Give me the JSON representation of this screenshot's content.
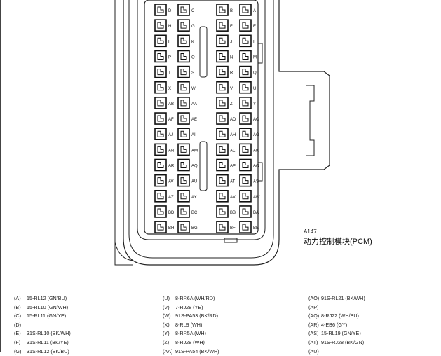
{
  "connector": {
    "code": "A147",
    "name": "动力控制模块(PCM)",
    "pin_columns": [
      [
        "D",
        "H",
        "L",
        "P",
        "T",
        "X",
        "AB",
        "AF",
        "AJ",
        "AN",
        "AR",
        "AV",
        "AZ",
        "BD",
        "BH"
      ],
      [
        "C",
        "G",
        "K",
        "O",
        "S",
        "W",
        "AA",
        "AE",
        "AI",
        "AM",
        "AQ",
        "AU",
        "AY",
        "BC",
        "BG"
      ],
      [
        "B",
        "F",
        "J",
        "N",
        "R",
        "V",
        "Z",
        "AD",
        "AH",
        "AL",
        "AP",
        "AT",
        "AX",
        "BB",
        "BF"
      ],
      [
        "A",
        "E",
        "I",
        "M",
        "Q",
        "U",
        "Y",
        "AC",
        "AG",
        "AK",
        "AO",
        "AS",
        "AW",
        "BA",
        "BE"
      ]
    ]
  },
  "legend": {
    "col1": [
      {
        "pin": "(A)",
        "desc": "15-RL12 (GN/BU)"
      },
      {
        "pin": "(B)",
        "desc": "15-RL10 (GN/WH)"
      },
      {
        "pin": "(C)",
        "desc": "15-RL11 (GN/YE)"
      },
      {
        "pin": "(D)",
        "desc": ""
      },
      {
        "pin": "(E)",
        "desc": "31S-RL10 (BK/WH)"
      },
      {
        "pin": "(F)",
        "desc": "31S-RL11 (BK/YE)"
      },
      {
        "pin": "(G)",
        "desc": "31S-RL12 (BK/BU)"
      }
    ],
    "col2": [
      {
        "pin": "(U)",
        "desc": "8-RR6A (WH/RD)"
      },
      {
        "pin": "(V)",
        "desc": "7-RJ28 (YE)"
      },
      {
        "pin": "(W)",
        "desc": "91S-PA53 (BK/RD)"
      },
      {
        "pin": "(X)",
        "desc": "8-RL9 (WH)"
      },
      {
        "pin": "(Y)",
        "desc": "8-RR5A (WH)"
      },
      {
        "pin": "(Z)",
        "desc": "8-RJ28 (WH)"
      },
      {
        "pin": "(AA)",
        "desc": "91S-PA54 (BK/WH)"
      }
    ],
    "col3": [
      {
        "pin": "(AO)",
        "desc": "91S-RL21 (BK/WH)"
      },
      {
        "pin": "(AP)",
        "desc": ""
      },
      {
        "pin": "(AQ)",
        "desc": "8-RJ22 (WH/BU)"
      },
      {
        "pin": "(AR)",
        "desc": "4-EB6 (GY)"
      },
      {
        "pin": "(AS)",
        "desc": "15-RL19 (GN/YE)"
      },
      {
        "pin": "(AT)",
        "desc": "91S-RJ28 (BK/GN)"
      },
      {
        "pin": "(AU)",
        "desc": ""
      }
    ]
  }
}
